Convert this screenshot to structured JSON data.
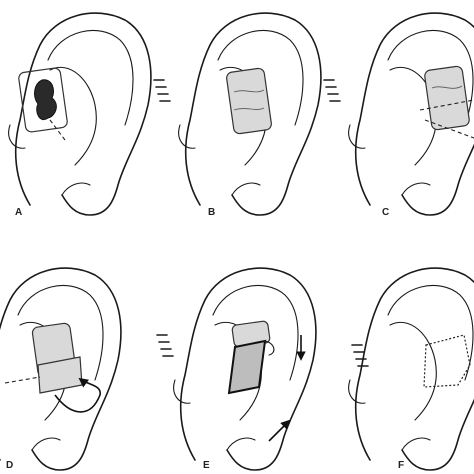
{
  "panels": [
    {
      "id": "a",
      "label": "A"
    },
    {
      "id": "b",
      "label": "B"
    },
    {
      "id": "c",
      "label": "C"
    },
    {
      "id": "d",
      "label": "D"
    },
    {
      "id": "e",
      "label": "E"
    },
    {
      "id": "f",
      "label": "F"
    }
  ]
}
